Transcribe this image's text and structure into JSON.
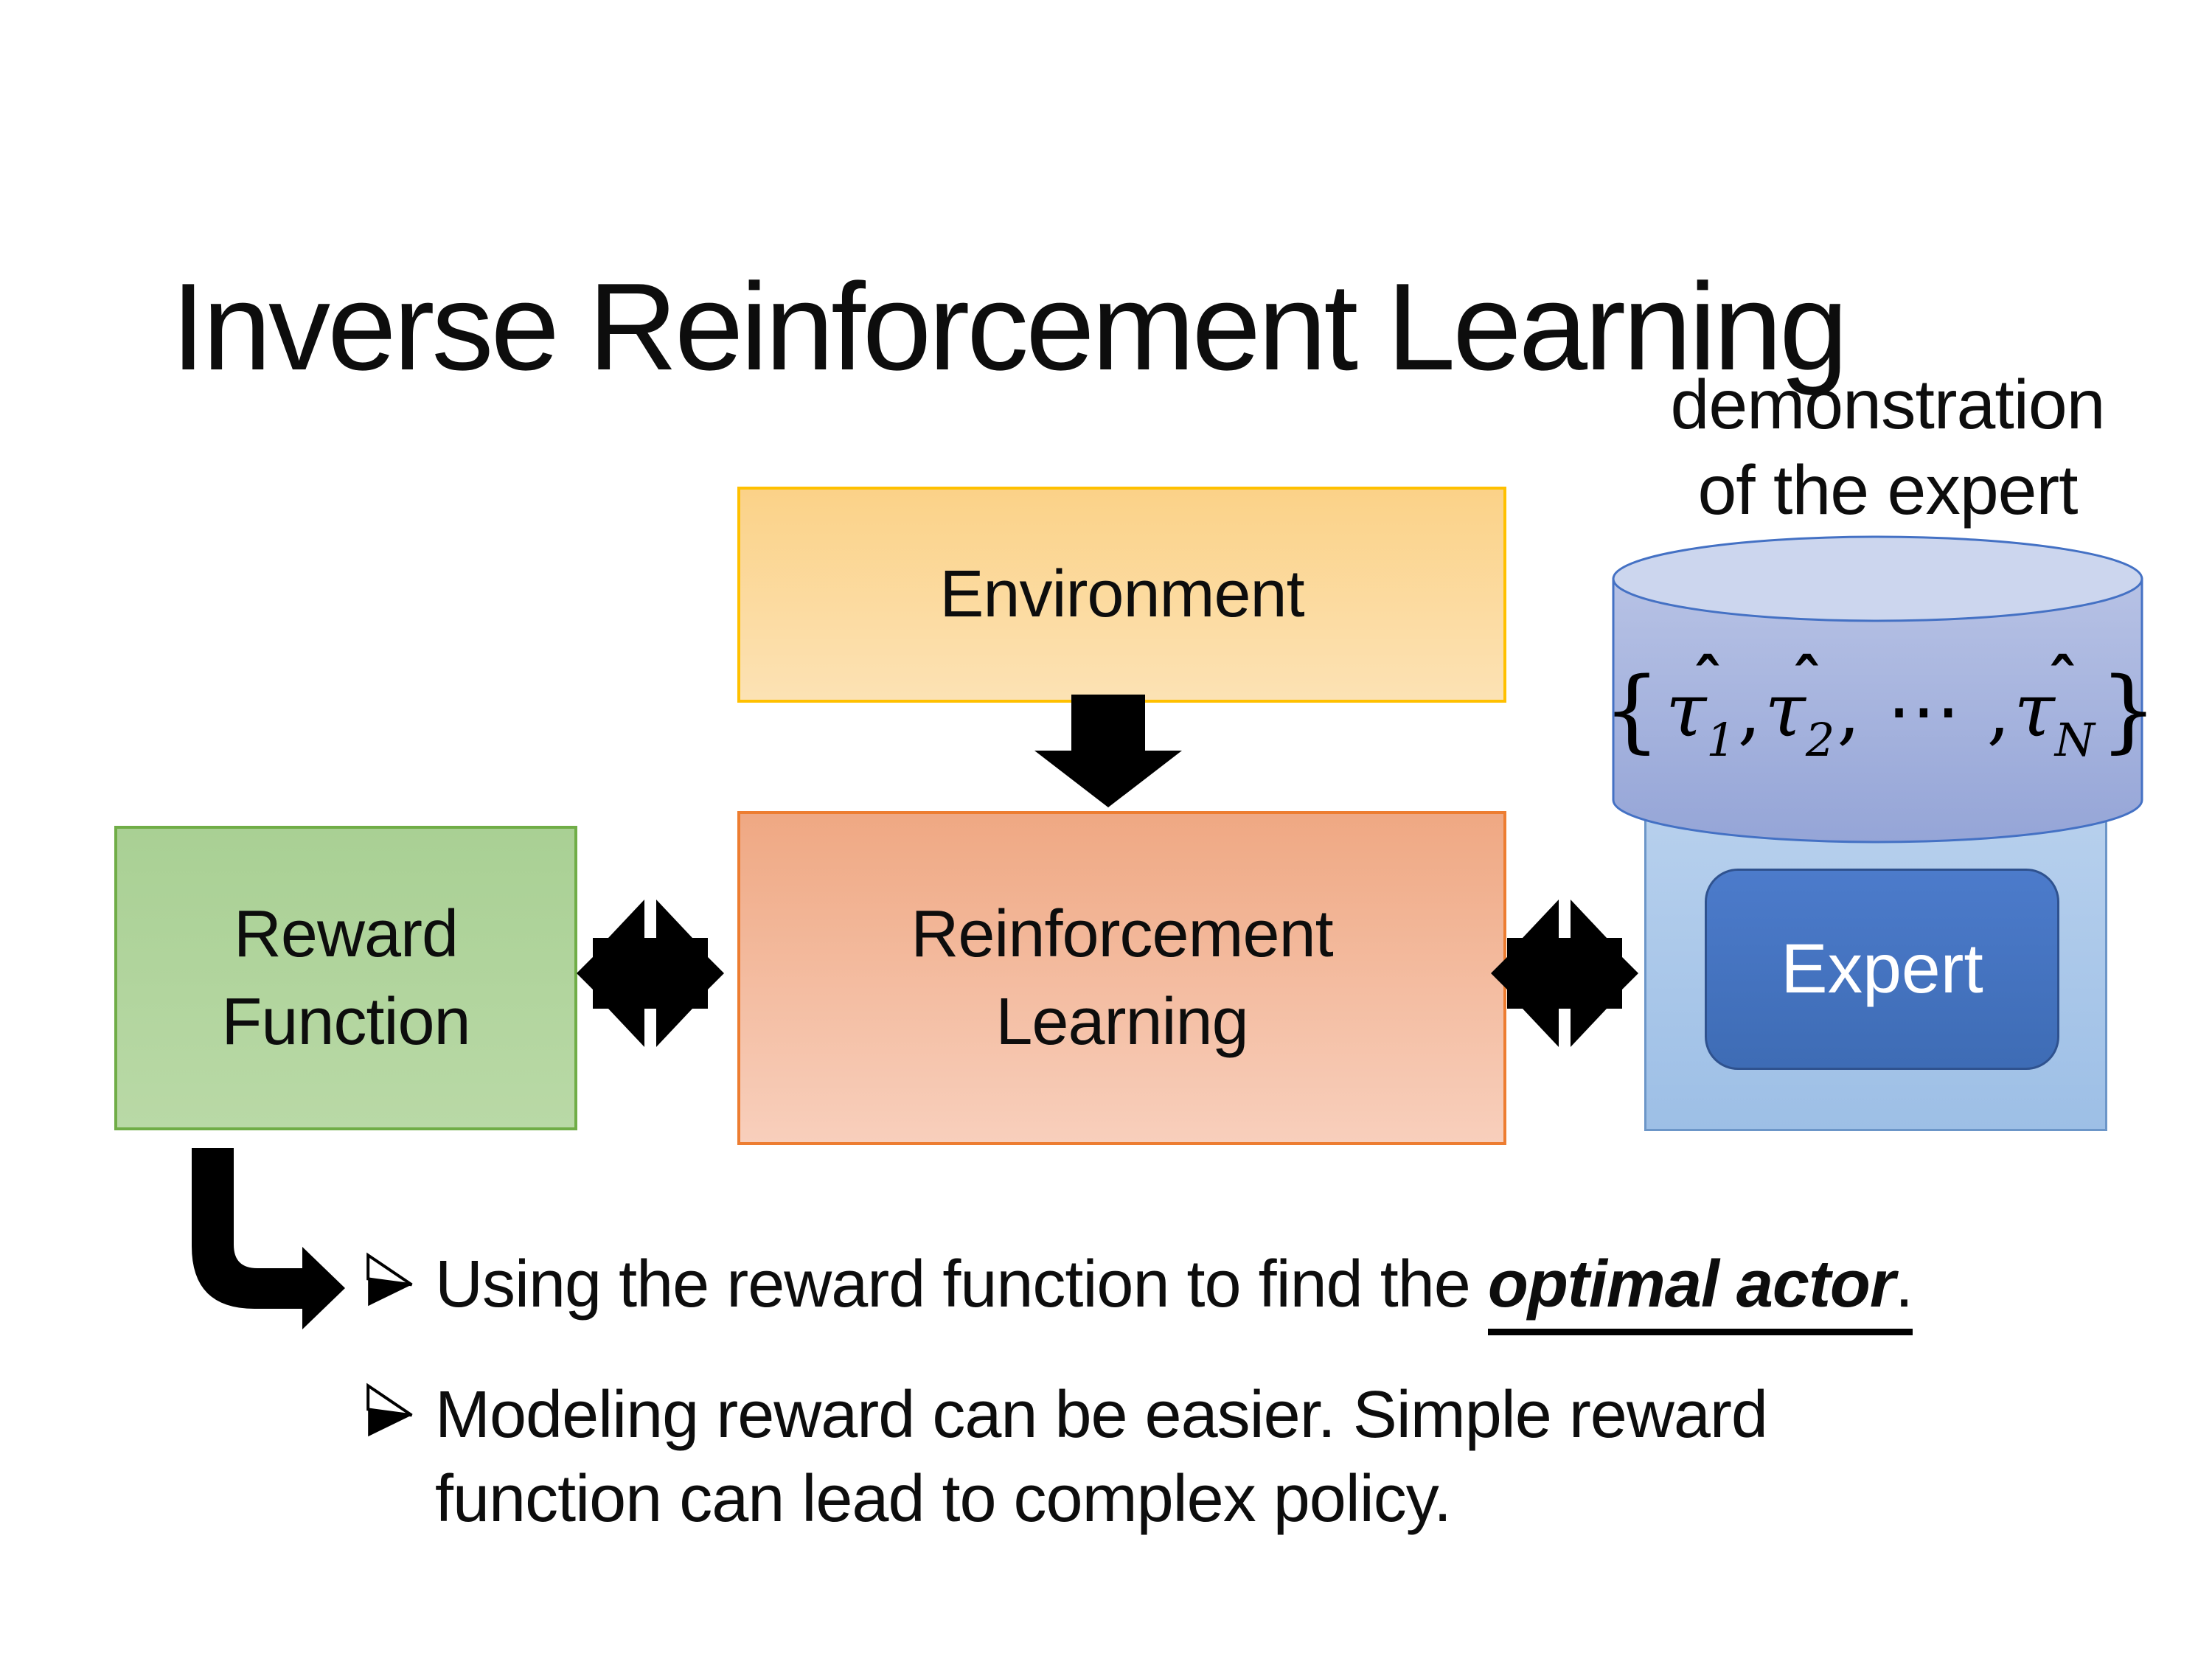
{
  "slide": {
    "title": "Inverse Reinforcement Learning"
  },
  "caption": {
    "line1": "demonstration",
    "line2": "of the expert"
  },
  "boxes": {
    "environment": {
      "label": "Environment"
    },
    "reward": {
      "line1": "Reward",
      "line2": "Function"
    },
    "rl": {
      "line1": "Reinforcement",
      "line2": "Learning"
    },
    "expert": {
      "label": "Expert"
    }
  },
  "formula": {
    "meaning": "set of expert demonstration trajectories",
    "parts": [
      {
        "type": "brace",
        "text": "{"
      },
      {
        "type": "tauhat",
        "base": "τ",
        "hat": "ˆ",
        "sub": "1"
      },
      {
        "type": "text",
        "text": ", "
      },
      {
        "type": "tauhat",
        "base": "τ",
        "hat": "ˆ",
        "sub": "2"
      },
      {
        "type": "text",
        "text": ", ⋯ , "
      },
      {
        "type": "tauhat",
        "base": "τ",
        "hat": "ˆ",
        "sub": "N"
      },
      {
        "type": "brace",
        "text": "}"
      }
    ]
  },
  "bullets": [
    {
      "pre": "Using the reward function to find the ",
      "em": "optimal actor",
      "post": "."
    },
    {
      "pre": "Modeling reward can be easier. Simple reward function can lead to complex policy.",
      "em": "",
      "post": ""
    }
  ],
  "icons": {
    "down_arrow": "block-down-arrow",
    "left_double_arrow": "double-headed-exchange-arrow",
    "right_double_arrow": "double-headed-exchange-arrow",
    "bent_arrow": "elbow-arrow-down-right",
    "bullet_marker": "outlined-arrowhead-bullet",
    "cylinder": "database-cylinder"
  },
  "colors": {
    "env_fill_top": "#FBD288",
    "env_fill_bottom": "#FCE2B4",
    "env_border": "#FFC000",
    "reward_fill_top": "#A9D094",
    "reward_fill_bottom": "#B9D9A6",
    "reward_border": "#70AD47",
    "rl_fill_top": "#EFA883",
    "rl_fill_bottom": "#F8CFBC",
    "rl_border": "#ED7D31",
    "container_fill_top": "#B7D0ED",
    "container_fill_bottom": "#9DBFE6",
    "container_border": "#6C96C8",
    "cylinder_body_top": "#B7C2E5",
    "cylinder_body_bottom": "#95A5D7",
    "cylinder_top_ellipse": "#CCD6EE",
    "cylinder_border": "#4471C4",
    "expert_fill": "#4472C4",
    "expert_border": "#2F528F",
    "ink": "#0D0D0D",
    "arrow": "#000000"
  }
}
